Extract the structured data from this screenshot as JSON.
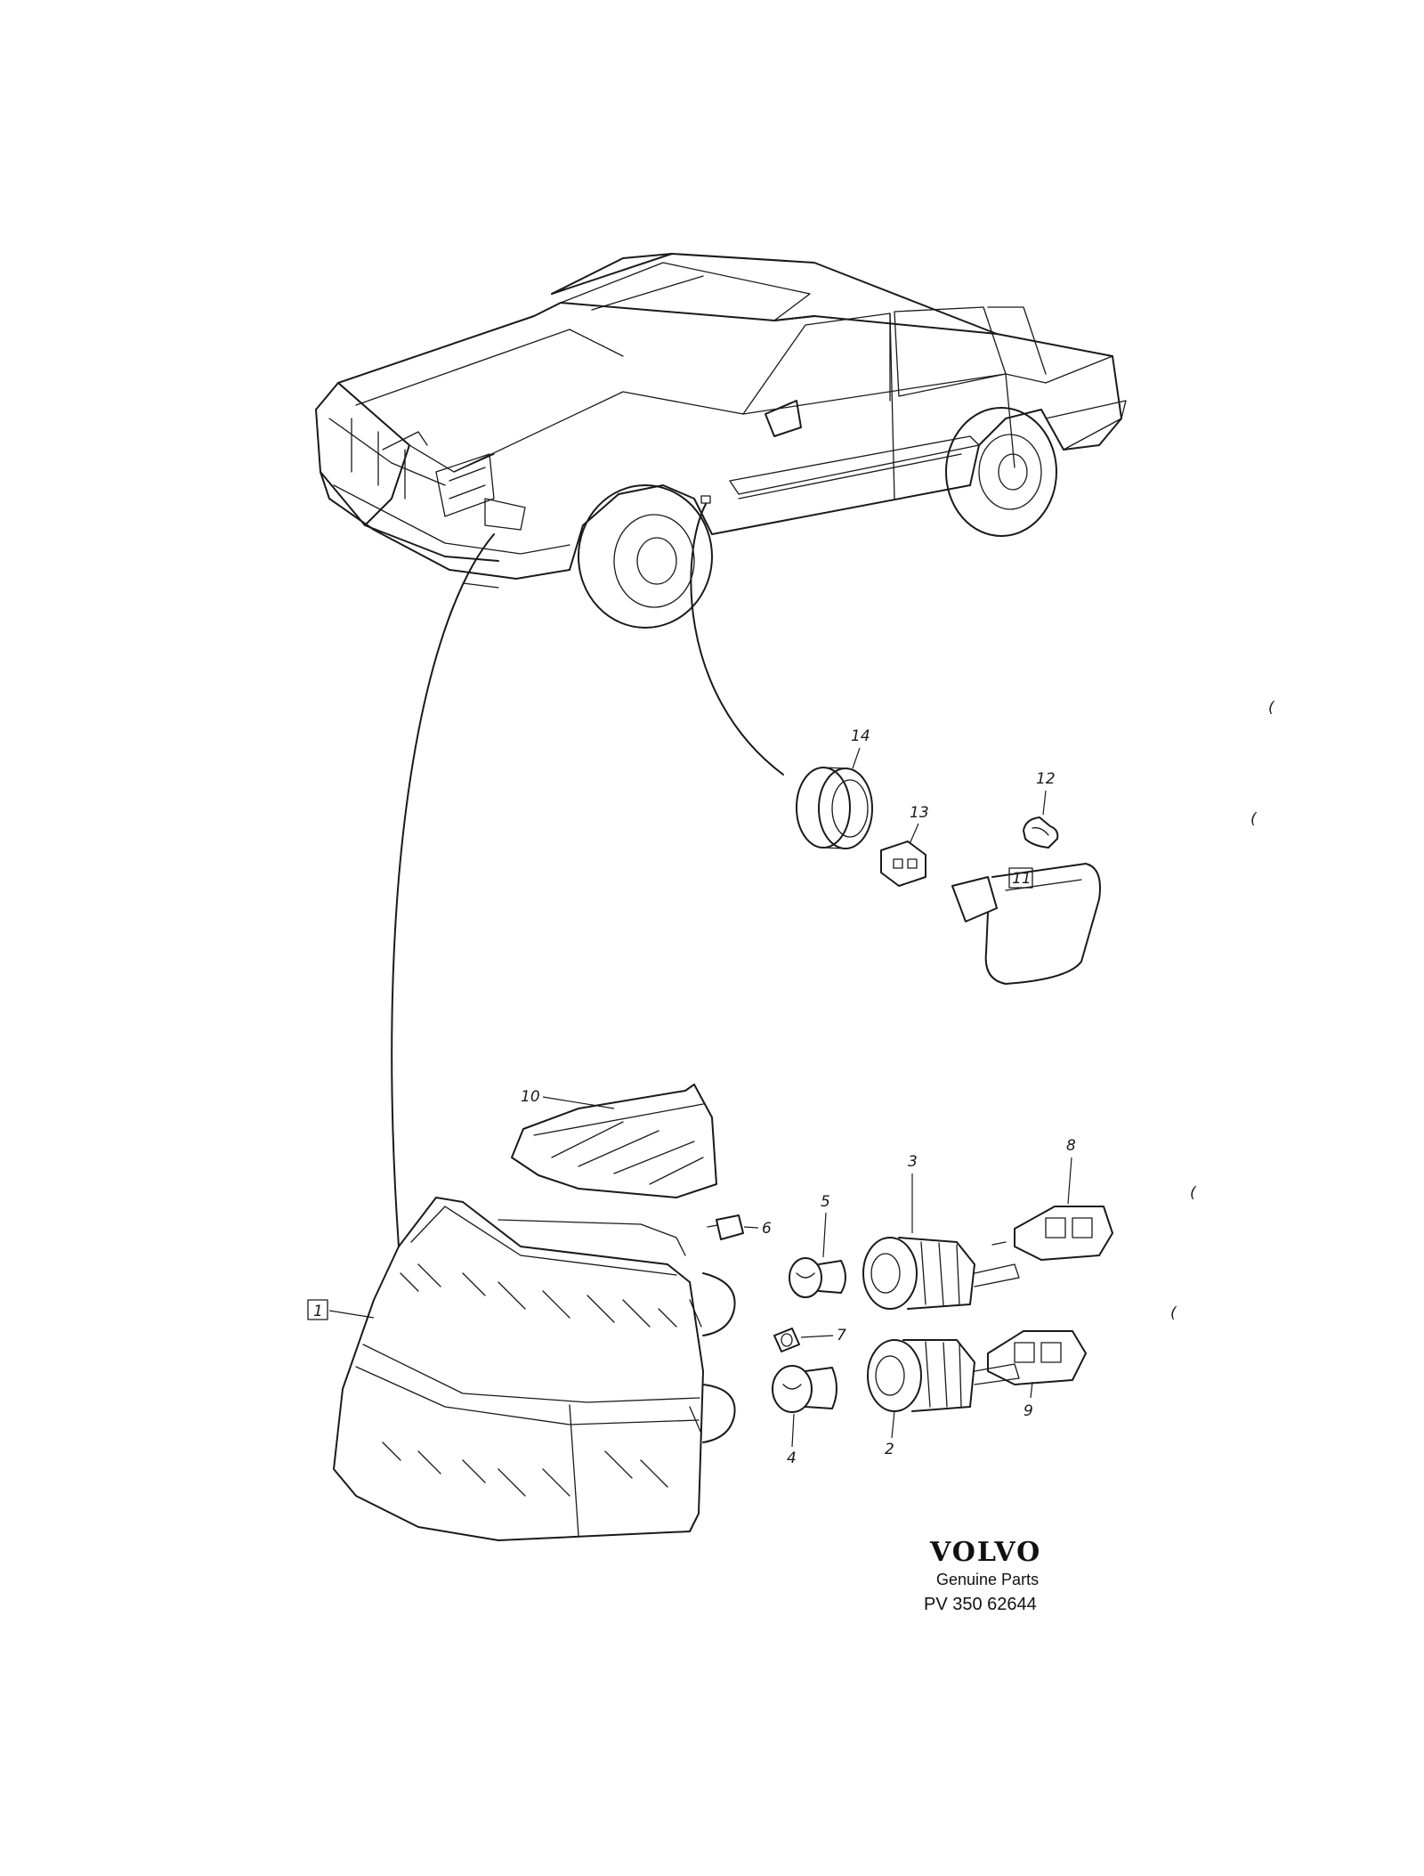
{
  "callouts": {
    "c1": "1",
    "c2": "2",
    "c3": "3",
    "c4": "4",
    "c5": "5",
    "c6": "6",
    "c7": "7",
    "c8": "8",
    "c9": "9",
    "c10": "10",
    "c11": "11",
    "c12": "12",
    "c13": "13",
    "c14": "14"
  },
  "footer": {
    "brand": "VOLVO",
    "tagline": "Genuine Parts",
    "code": "PV 350 62644"
  },
  "margin_marks": [
    "(",
    "(",
    "(",
    "("
  ]
}
